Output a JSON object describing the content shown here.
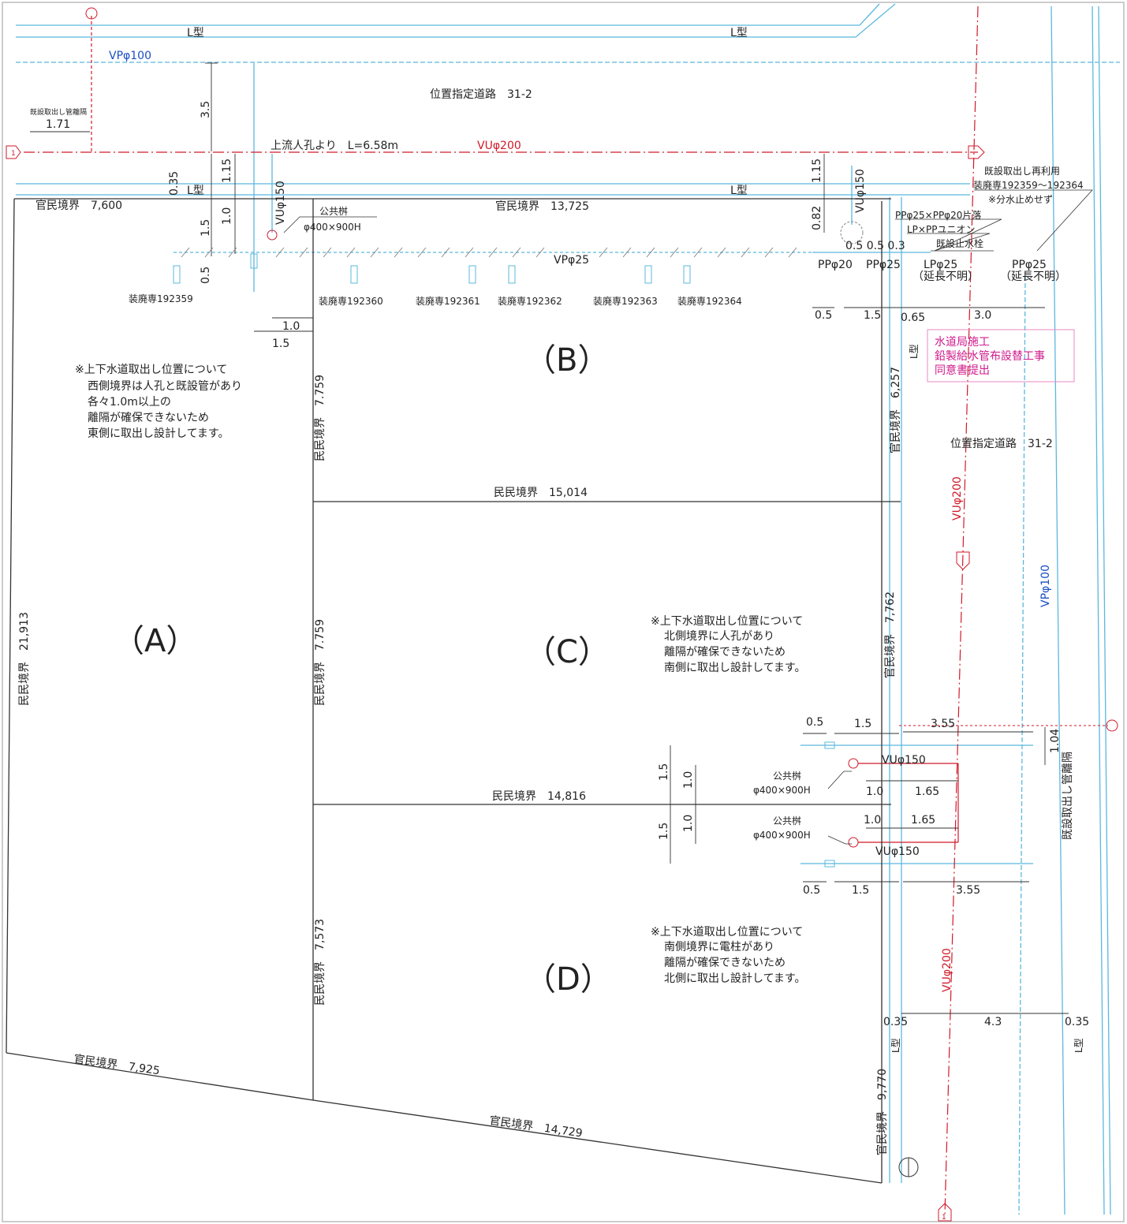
{
  "colors": {
    "water": "#5bb8de",
    "sewer": "#d11a2a",
    "boundary": "#333333",
    "note_pink": "#d01b8c",
    "text_blue": "#1a4fc4"
  },
  "lots": {
    "a": "（A）",
    "b": "（B）",
    "c": "（C）",
    "d": "（D）"
  },
  "roads": {
    "north": "位置指定道路　31-2",
    "east": "位置指定道路　31-2"
  },
  "pipes": {
    "l_type": "L型",
    "vp100": "VPφ100",
    "vu200": "VUφ200",
    "vu150": "VUφ150",
    "vp25": "VPφ25",
    "upstream": "上流人孔より　L=6.58m",
    "pp20": "PPφ20",
    "pp25": "PPφ25",
    "lp25": "LPφ25",
    "unknown_len": "（延長不明）",
    "pp25xpp20": "PPφ25×PPφ20片落",
    "lpxpp": "LP×PPユニオン",
    "existing_stop": "既設止水栓",
    "reuse1": "既設取出し再利用",
    "reuse2": "装廃専192359～192364",
    "reuse3": "※分水止めせず",
    "existing_sep": "既設取出し管離隔",
    "existing_sep_small": "既設取出し管離隔"
  },
  "masu": {
    "label1": "公共桝",
    "label2": "φ400×900H"
  },
  "devices": [
    "装廃専192359",
    "装廃専192360",
    "装廃専192361",
    "装廃専192362",
    "装廃専192363",
    "装廃専192364"
  ],
  "boundaries": {
    "kanmin_7600": "官民境界　7,600",
    "kanmin_13725": "官民境界　13,725",
    "minmin_7759a": "民民境界　7.759",
    "minmin_7759b": "民民境界　7.759",
    "minmin_7573": "民民境界　7,573",
    "minmin_15014": "民民境界　15,014",
    "minmin_14816": "民民境界　14,816",
    "minmin_21913": "民民境界　21,913",
    "kanmin_6257": "官民境界　6,257",
    "kanmin_7762": "官民境界　7,762",
    "kanmin_9770": "官民境界　9,770",
    "kanmin_7925": "官民境界　7,925",
    "kanmin_14729": "官民境界　14,729"
  },
  "dims": {
    "d171": "1.71",
    "d35": "3.5",
    "d115a": "1.15",
    "d035": "0.35",
    "d15a": "1.5",
    "d10a": "1.0",
    "d05a": "0.5",
    "d10b": "1.0",
    "d15b": "1.5",
    "d115b": "1.15",
    "d082": "0.82",
    "d0505": "0.5 0.5 0.3",
    "d05b": "0.5",
    "d15c": "1.5",
    "d065": "0.65",
    "d30": "3.0",
    "d05c": "0.5",
    "d15d": "1.5",
    "d355a": "3.55",
    "d104": "1.04",
    "d15e": "1.5",
    "d10c": "1.0",
    "d10d": "1.0",
    "d165a": "1.65",
    "d15f": "1.5",
    "d10e": "1.0",
    "d10f": "1.0",
    "d165b": "1.65",
    "d05d": "0.5",
    "d15g": "1.5",
    "d355b": "3.55",
    "d035b": "0.35",
    "d43": "4.3",
    "d035c": "0.35"
  },
  "notes": {
    "b": [
      "※上下水道取出し位置について",
      "西側境界は人孔と既設管があり",
      "各々1.0m以上の",
      "離隔が確保できないため",
      "東側に取出し設計してます。"
    ],
    "c": [
      "※上下水道取出し位置について",
      "北側境界に人孔があり",
      "離隔が確保できないため",
      "南側に取出し設計してます。"
    ],
    "d": [
      "※上下水道取出し位置について",
      "南側境界に電柱があり",
      "離隔が確保できないため",
      "北側に取出し設計してます。"
    ],
    "pink": [
      "水道局施工",
      "鉛製給水管布設替工事",
      "同意書提出"
    ]
  },
  "markers": {
    "m1": "1"
  }
}
